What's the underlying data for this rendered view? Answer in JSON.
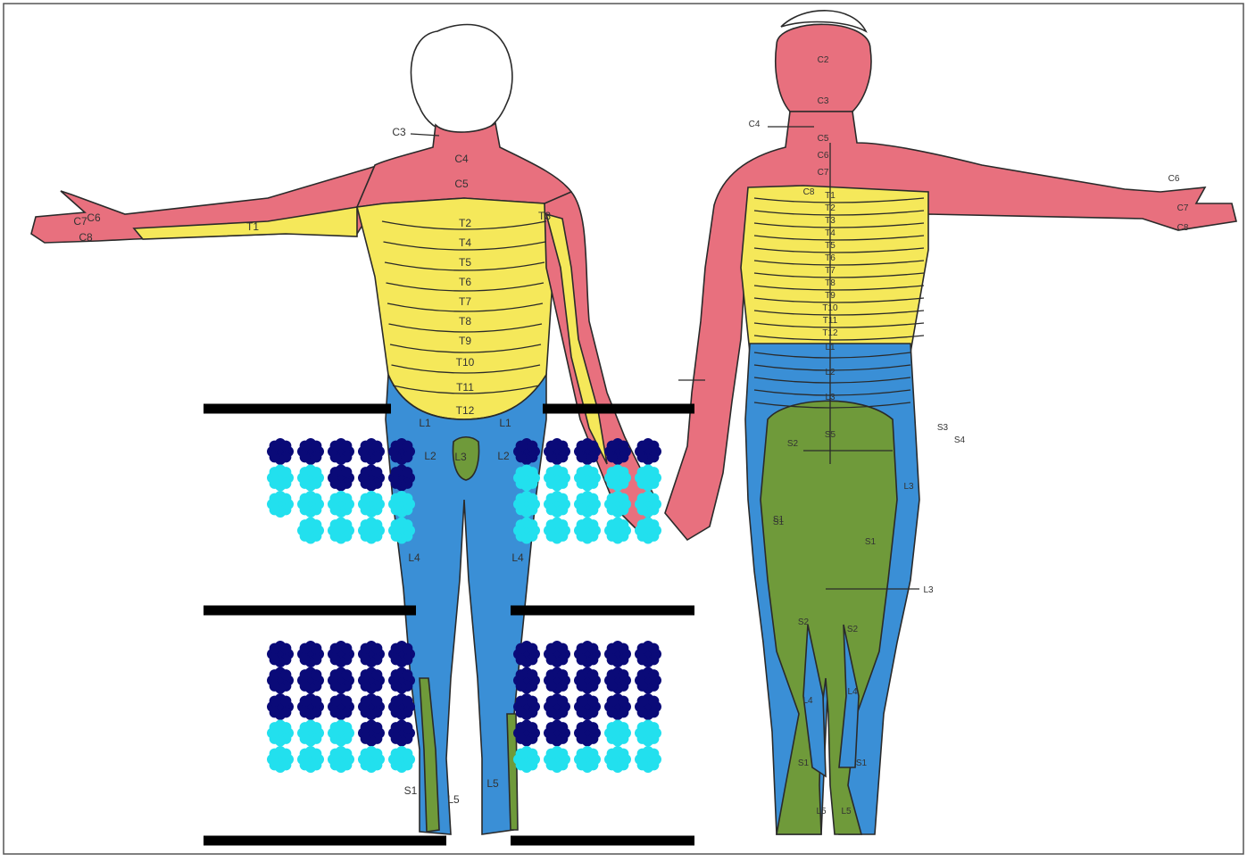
{
  "colors": {
    "cervical": "#e8707e",
    "thoracic": "#f5e85a",
    "lumbar": "#3a8fd6",
    "sacral": "#6f9a3a",
    "outline": "#2a2a2a",
    "dot_dark": "#0a0a78",
    "dot_light": "#22e0ee",
    "bar": "#000000"
  },
  "front": {
    "labels": [
      "C3",
      "C4",
      "C5",
      "C6",
      "C7",
      "C8",
      "T1",
      "T2",
      "T3",
      "T4",
      "T5",
      "T6",
      "T7",
      "T8",
      "T9",
      "T10",
      "T11",
      "T12",
      "L1",
      "L1",
      "L2",
      "L2",
      "L3",
      "L4",
      "L4",
      "L5",
      "L5",
      "S1"
    ]
  },
  "back": {
    "labels": [
      "C2",
      "C3",
      "C4",
      "C5",
      "C6",
      "C7",
      "C8",
      "C6",
      "C7",
      "C8",
      "T1",
      "T2",
      "T3",
      "T4",
      "T5",
      "T6",
      "T7",
      "T8",
      "T9",
      "T10",
      "T11",
      "T12",
      "L1",
      "L2",
      "L3",
      "S1",
      "S2",
      "S3",
      "S4",
      "S5",
      "S1",
      "S1",
      "L3",
      "L3",
      "S2",
      "S2",
      "L4",
      "L4",
      "S1",
      "S1",
      "L5",
      "L5"
    ]
  },
  "dot_panels": [
    {
      "rows": [
        [
          "d",
          "d",
          "d",
          "d",
          "d"
        ],
        [
          "l",
          "l",
          "d",
          "d",
          "d"
        ],
        [
          "l",
          "l",
          "l",
          "l",
          "l"
        ],
        [
          "",
          "l",
          "l",
          "l",
          "l"
        ]
      ]
    },
    {
      "rows": [
        [
          "d",
          "d",
          "d",
          "d",
          "d"
        ],
        [
          "l",
          "l",
          "l",
          "l",
          "l"
        ],
        [
          "l",
          "l",
          "l",
          "l",
          "l"
        ],
        [
          "l",
          "l",
          "l",
          "l",
          "l"
        ]
      ]
    },
    {
      "rows": [
        [
          "d",
          "d",
          "d",
          "d",
          "d"
        ],
        [
          "d",
          "d",
          "d",
          "d",
          "d"
        ],
        [
          "d",
          "d",
          "d",
          "d",
          "d"
        ],
        [
          "l",
          "l",
          "l",
          "d",
          "d"
        ],
        [
          "l",
          "l",
          "l",
          "l",
          "l"
        ]
      ]
    },
    {
      "rows": [
        [
          "d",
          "d",
          "d",
          "d",
          "d"
        ],
        [
          "d",
          "d",
          "d",
          "d",
          "d"
        ],
        [
          "d",
          "d",
          "d",
          "d",
          "d"
        ],
        [
          "d",
          "d",
          "d",
          "l",
          "l"
        ],
        [
          "l",
          "l",
          "l",
          "l",
          "l"
        ]
      ]
    }
  ]
}
